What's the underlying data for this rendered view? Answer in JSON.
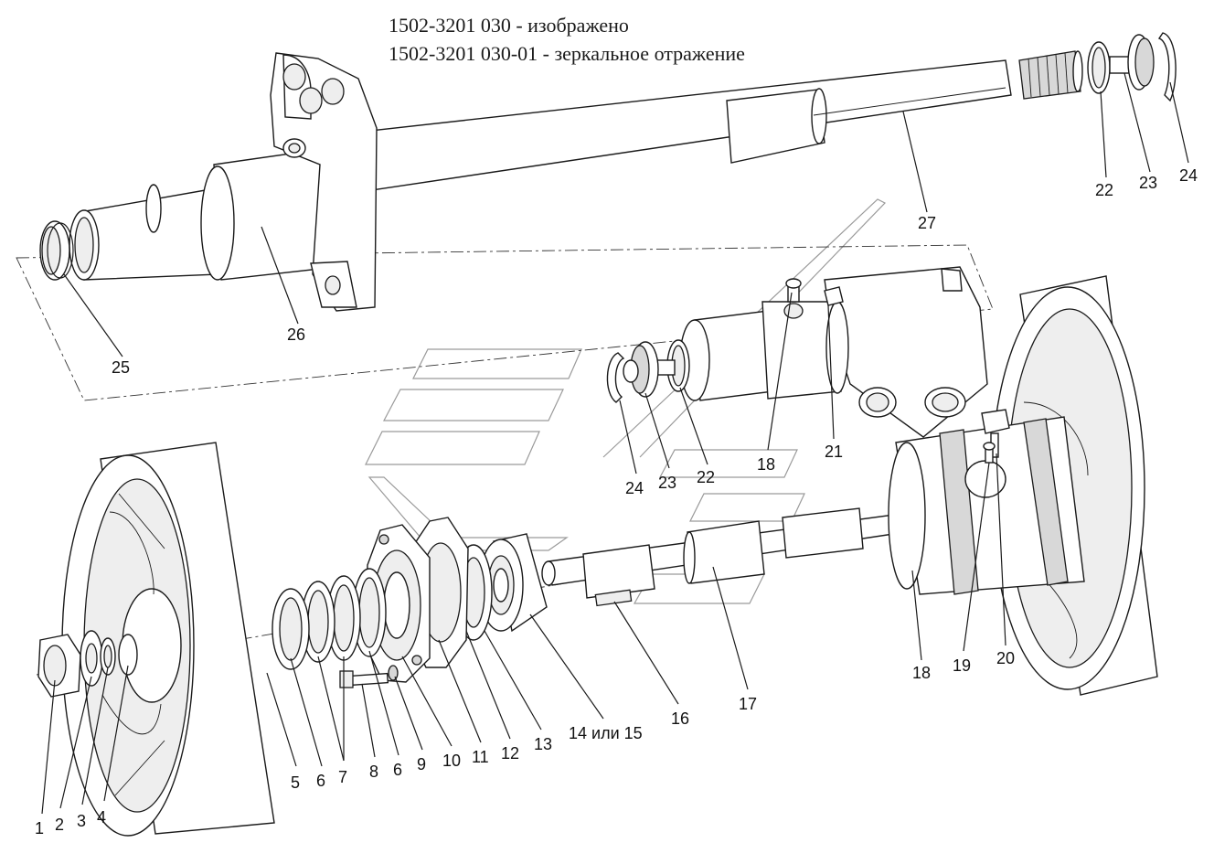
{
  "header": {
    "line1": "1502-3201 030 - изображено",
    "line2": "1502-3201 030-01 - зеркальное отражение"
  },
  "callouts": {
    "c1": "1",
    "c2": "2",
    "c3": "3",
    "c4": "4",
    "c5": "5",
    "c6a": "6",
    "c6b": "6",
    "c7": "7",
    "c8": "8",
    "c9": "9",
    "c10": "10",
    "c11": "11",
    "c12": "12",
    "c13": "13",
    "c14": "14 или 15",
    "c16": "16",
    "c17": "17",
    "c18a": "18",
    "c18b": "18",
    "c19": "19",
    "c20": "20",
    "c21": "21",
    "c22a": "22",
    "c22b": "22",
    "c23a": "23",
    "c23b": "23",
    "c24a": "24",
    "c24b": "24",
    "c25": "25",
    "c26": "26",
    "c27": "27"
  }
}
